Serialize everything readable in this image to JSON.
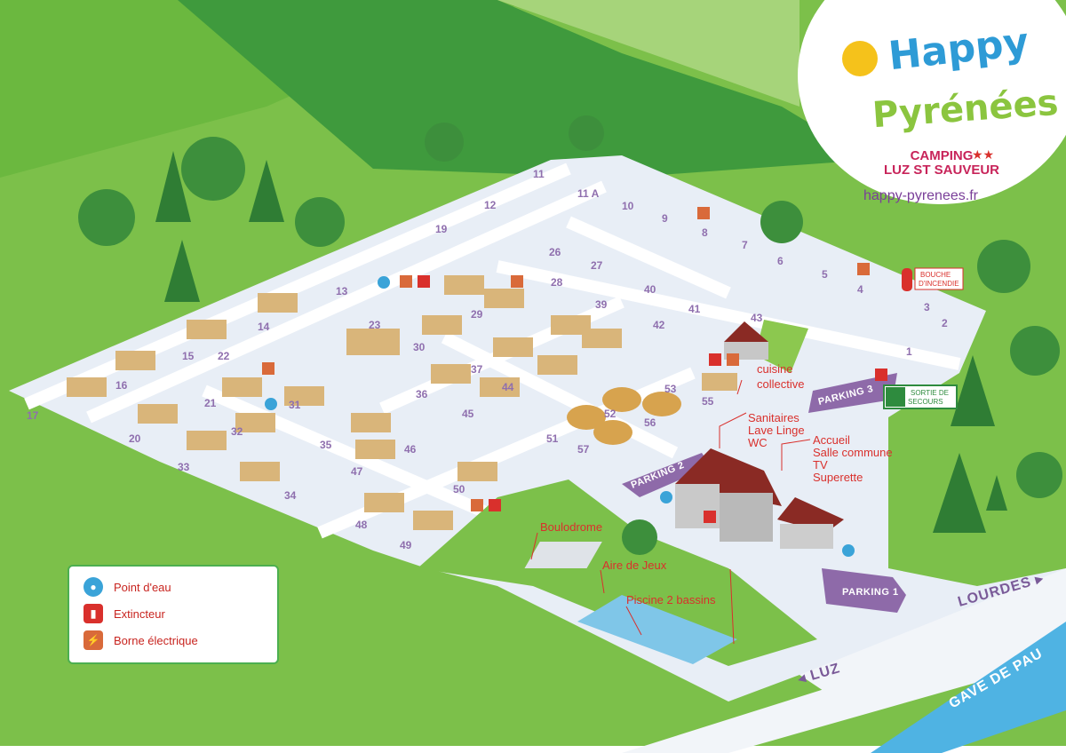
{
  "logo": {
    "line1": "Happy",
    "line2": "Pyrénées",
    "camping": "CAMPING",
    "place": "LUZ ST SAUVEUR",
    "stars": "★★",
    "url": "happy-pyrenees.fr"
  },
  "legend": {
    "items": [
      {
        "label": "Point d'eau",
        "icon": "water-point-icon",
        "color": "#3aa3d8"
      },
      {
        "label": "Extincteur",
        "icon": "extinguisher-icon",
        "color": "#d9302c"
      },
      {
        "label": "Borne électrique",
        "icon": "electric-terminal-icon",
        "color": "#d96a3a"
      }
    ]
  },
  "labels": {
    "cuisine_1": "cuisine",
    "cuisine_2": "collective",
    "sanitaires": "Sanitaires",
    "lave_linge": "Lave Linge",
    "wc": "WC",
    "accueil": "Accueil",
    "salle": "Salle commune",
    "tv": "TV",
    "superette": "Superette",
    "boulodrome": "Boulodrome",
    "aire_jeux": "Aire de Jeux",
    "piscine": "Piscine 2 bassins"
  },
  "parking": {
    "p1": "PARKING 1",
    "p2": "PARKING 2",
    "p3": "PARKING 3"
  },
  "signs": {
    "hydrant_1": "BOUCHE",
    "hydrant_2": "D'INCENDIE",
    "exit_1": "SORTIE DE",
    "exit_2": "SECOURS"
  },
  "roads": {
    "lourdes": "LOURDES ▸",
    "luz": "◂ LUZ",
    "river": "GAVE DE PAU"
  },
  "lots": [
    {
      "n": "1"
    },
    {
      "n": "2"
    },
    {
      "n": "3"
    },
    {
      "n": "4"
    },
    {
      "n": "5"
    },
    {
      "n": "6"
    },
    {
      "n": "7"
    },
    {
      "n": "8"
    },
    {
      "n": "9"
    },
    {
      "n": "10"
    },
    {
      "n": "11"
    },
    {
      "n": "11 A"
    },
    {
      "n": "12"
    },
    {
      "n": "13"
    },
    {
      "n": "14"
    },
    {
      "n": "15"
    },
    {
      "n": "16"
    },
    {
      "n": "17"
    },
    {
      "n": "19"
    },
    {
      "n": "20"
    },
    {
      "n": "21"
    },
    {
      "n": "22"
    },
    {
      "n": "23"
    },
    {
      "n": "26"
    },
    {
      "n": "27"
    },
    {
      "n": "28"
    },
    {
      "n": "29"
    },
    {
      "n": "30"
    },
    {
      "n": "31"
    },
    {
      "n": "32"
    },
    {
      "n": "33"
    },
    {
      "n": "34"
    },
    {
      "n": "35"
    },
    {
      "n": "36"
    },
    {
      "n": "37"
    },
    {
      "n": "39"
    },
    {
      "n": "40"
    },
    {
      "n": "41"
    },
    {
      "n": "42"
    },
    {
      "n": "43"
    },
    {
      "n": "44"
    },
    {
      "n": "45"
    },
    {
      "n": "46"
    },
    {
      "n": "47"
    },
    {
      "n": "48"
    },
    {
      "n": "49"
    },
    {
      "n": "50"
    },
    {
      "n": "51"
    },
    {
      "n": "52"
    },
    {
      "n": "53"
    },
    {
      "n": "55"
    },
    {
      "n": "56"
    },
    {
      "n": "57"
    }
  ]
}
